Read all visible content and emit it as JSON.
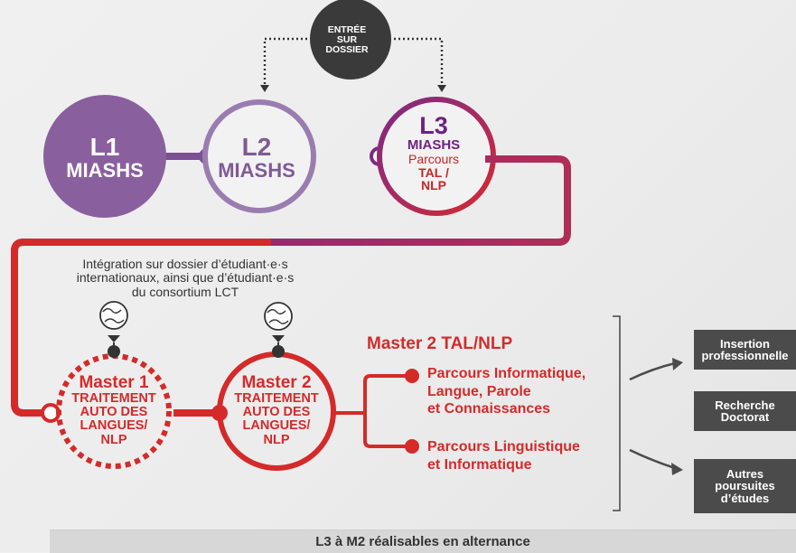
{
  "entree": {
    "line1": "ENTRÉE",
    "line2": "SUR",
    "line3": "DOSSIER"
  },
  "l1": {
    "title": "L1",
    "subtitle": "MIASHS"
  },
  "l2": {
    "title": "L2",
    "subtitle": "MIASHS"
  },
  "l3": {
    "title": "L3",
    "subtitle": "MIASHS",
    "parcours": "Parcours",
    "line4": "TAL /",
    "line5": "NLP"
  },
  "integration": {
    "line1": "Intégration sur dossier d’étudiant·e·s",
    "line2": "internationaux, ainsi que d’étudiant·e·s",
    "line3": "du consortium LCT"
  },
  "master1": {
    "title": "Master 1",
    "line1": "TRAITEMENT",
    "line2": "AUTO DES",
    "line3": "LANGUES/",
    "line4": "NLP"
  },
  "master2": {
    "title": "Master 2",
    "line1": "TRAITEMENT",
    "line2": "AUTO DES",
    "line3": "LANGUES/",
    "line4": "NLP"
  },
  "m2_block": {
    "title": "Master 2 TAL/NLP",
    "parcours1": {
      "line1": "Parcours Informatique,",
      "line2": "Langue, Parole",
      "line3": "et Connaissances"
    },
    "parcours2": {
      "line1": "Parcours Linguistique",
      "line2": "et Informatique"
    }
  },
  "outcomes": [
    {
      "line1": "Insertion",
      "line2": "professionnelle"
    },
    {
      "line1": "Recherche",
      "line2": "Doctorat"
    },
    {
      "line1": "Autres",
      "line2": "poursuites",
      "line3": "d’études"
    }
  ],
  "banner": {
    "text": "L3 à M2 réalisables en alternance"
  },
  "colors": {
    "purple_dark": "#6e2380",
    "purple_light": "#9a7db0",
    "red": "#d42a2a",
    "dark_gray": "#4b4b4b",
    "entree_circle": "#3a3a3a"
  },
  "icons": [
    "globe-icon",
    "arrow-right-icon"
  ]
}
